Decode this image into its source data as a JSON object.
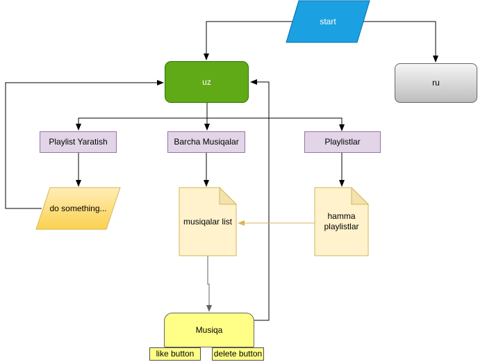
{
  "diagram": {
    "nodes": {
      "start": {
        "label": "start"
      },
      "uz": {
        "label": "uz"
      },
      "ru": {
        "label": "ru"
      },
      "playlist_yaratish": {
        "label": "Playlist Yaratish"
      },
      "barcha_musiqalar": {
        "label": "Barcha Musiqalar"
      },
      "playlistlar": {
        "label": "Playlistlar"
      },
      "do_something": {
        "label": "do something..."
      },
      "musiqalar_list": {
        "label": "musiqalar list"
      },
      "hamma_playlistlar": {
        "label": "hamma playlistlar"
      },
      "musiqa": {
        "label": "Musiqa"
      },
      "like_button": {
        "label": "like button"
      },
      "delete_button": {
        "label": "delete button"
      }
    },
    "colors": {
      "start_fill": "#1ba1e2",
      "start_stroke": "#006eaf",
      "uz_fill": "#60a917",
      "uz_stroke": "#2d7600",
      "ru_fill_top": "#f5f5f5",
      "ru_fill_bottom": "#bdbdbd",
      "ru_stroke": "#666666",
      "process_fill": "#e1d5e7",
      "process_stroke": "#9673a6",
      "parallelogram_fill_top": "#ffedb7",
      "parallelogram_fill_bottom": "#fbd14f",
      "note_fill": "#fff2cc",
      "note_fold_fill": "#f3e2ae",
      "note_stroke": "#d6b656",
      "card_fill": "#ffff88",
      "edge_black": "#000000",
      "edge_gray": "#616161",
      "edge_yellow": "#d6b656"
    }
  }
}
